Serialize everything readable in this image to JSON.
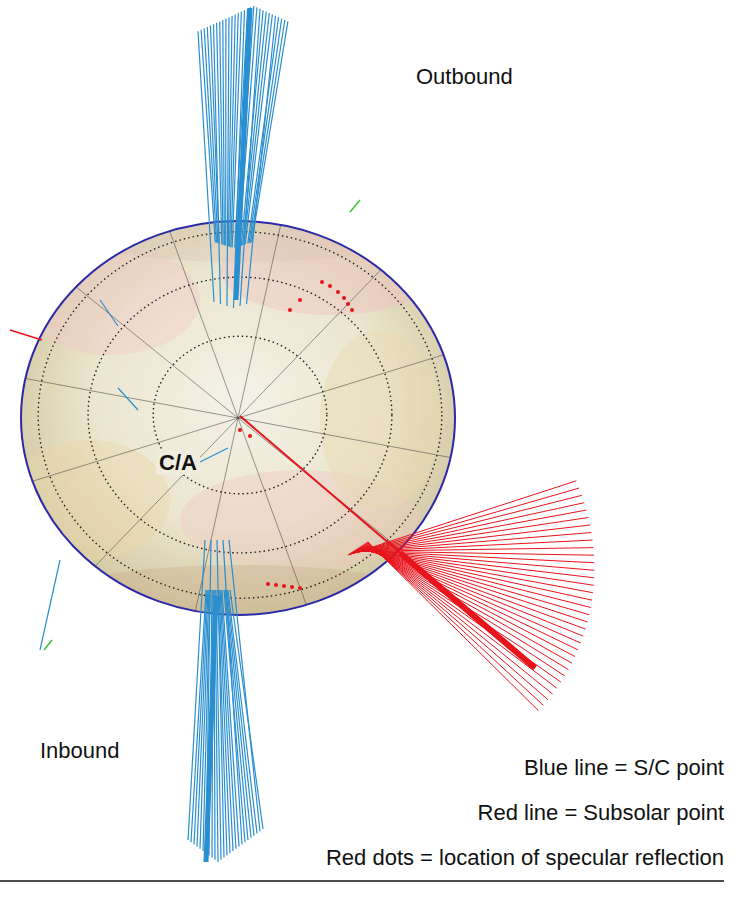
{
  "diagram": {
    "labels": [
      "Outbound",
      "C/A",
      "Inbound",
      "Blue line = S/C point",
      "Red line = Subsolar point",
      "Red dots = location of specular reflection"
    ]
  }
}
